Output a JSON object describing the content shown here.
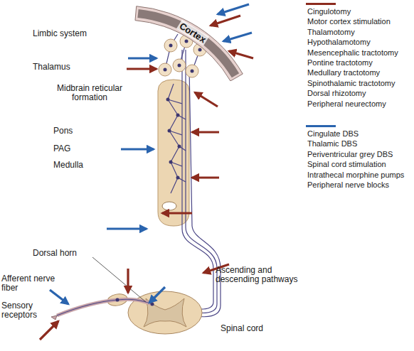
{
  "diagram": {
    "nodes": [
      {
        "text": [
          "Cortex"
        ]
      }
    ],
    "labels": [
      "Limbic system",
      "Thalamus",
      "Midbrain reticular formation",
      "Pons",
      "PAG",
      "Medulla",
      "Dorsal horn",
      "Afferent nerve fiber",
      "Sensory receptors",
      "Ascending and descending pathways",
      "Spinal cord"
    ],
    "legend": [
      {
        "text": "Cingulotomy",
        "color": "#8c2b1e"
      },
      {
        "text": "Motor cortex stimulation"
      },
      {
        "text": "Thalamotomy"
      },
      {
        "text": "Hypothalamotomy"
      },
      {
        "text": "Mesencephalic tractotomy"
      },
      {
        "text": "Pontine tractotomy"
      },
      {
        "text": "Medullary tractotomy"
      },
      {
        "text": "Spinothalamic tractotomy"
      },
      {
        "text": "Dorsal rhizotomy"
      },
      {
        "text": "Peripheral neurectomy"
      },
      {
        "text": "Cingulate DBS",
        "color": "#2a64ae"
      },
      {
        "text": "Thalamic DBS"
      },
      {
        "text": "Periventricular grey DBS"
      },
      {
        "text": "Spinal cord stimulation"
      },
      {
        "text": "Intrathecal morphine pumps"
      },
      {
        "text": "Peripheral nerve blocks"
      }
    ]
  }
}
